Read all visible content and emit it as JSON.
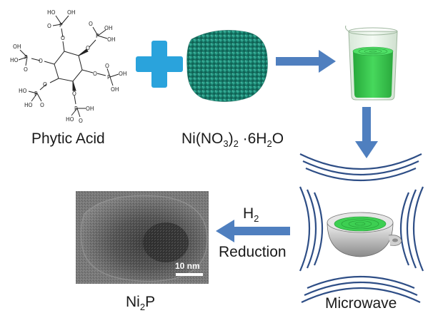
{
  "labels": {
    "phytic_acid": "Phytic Acid",
    "nickel_nitrate_prefix": "Ni(NO",
    "nickel_nitrate_sub1": "3",
    "nickel_nitrate_mid": ")",
    "nickel_nitrate_sub2": "2",
    "nickel_nitrate_suffix_a": " ·6H",
    "nickel_nitrate_sub3": "2",
    "nickel_nitrate_suffix_b": "O",
    "h2_prefix": "H",
    "h2_sub": "2",
    "reduction": "Reduction",
    "product_prefix": "Ni",
    "product_sub": "2",
    "product_suffix": "P",
    "microwave": "Microwave",
    "scale_bar": "10 nm"
  },
  "molecule": {
    "phosphorus": "P",
    "oxygen": "O",
    "hydroxyl": "OH",
    "hydroxyl_left": "HO"
  },
  "colors": {
    "arrow": "#4f7fbf",
    "plus": "#2aa3dc",
    "crystals": "#1f8f7a",
    "solution": "#35c94a",
    "wave": "#2e4e86",
    "tem_bg": "#7a7a7a"
  }
}
